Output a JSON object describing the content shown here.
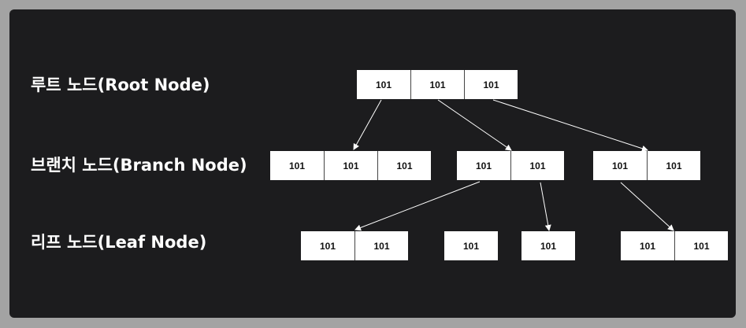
{
  "labels": {
    "root": "루트 노드(Root Node)",
    "branch": "브랜치 노드(Branch Node)",
    "leaf": "리프 노드(Leaf Node)"
  },
  "nodes": {
    "root": [
      "101",
      "101",
      "101"
    ],
    "branch1": [
      "101",
      "101",
      "101"
    ],
    "branch2": [
      "101",
      "101"
    ],
    "branch3": [
      "101",
      "101"
    ],
    "leaf1": [
      "101",
      "101"
    ],
    "leaf2": [
      "101"
    ],
    "leaf3": [
      "101"
    ],
    "leaf4": [
      "101",
      "101"
    ]
  },
  "colors": {
    "background": "#1c1c1e",
    "frame": "#a3a3a3",
    "node": "#ffffff",
    "text": "#ffffff",
    "edge": "#ffffff"
  }
}
